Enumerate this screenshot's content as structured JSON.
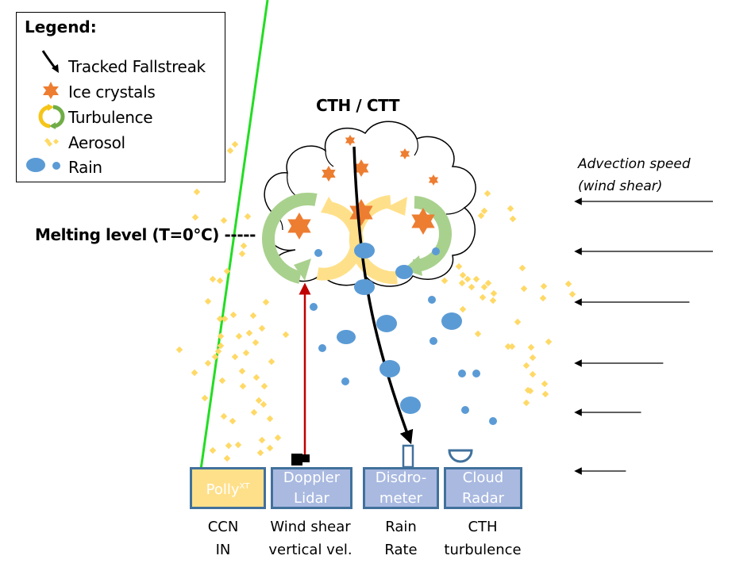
{
  "legend": {
    "title": "Legend:",
    "items": [
      {
        "label": "Tracked Fallstreak",
        "icon": "fallstreak-arrow-icon"
      },
      {
        "label": "Ice crystals",
        "icon": "ice-crystal-icon"
      },
      {
        "label": "Turbulence",
        "icon": "turbulence-icon"
      },
      {
        "label": "Aerosol",
        "icon": "aerosol-icon"
      },
      {
        "label": "Rain",
        "icon": "rain-icon"
      }
    ]
  },
  "labels": {
    "cloud_top": "CTH / CTT",
    "melting_level": "Melting level (T=0°C) -----",
    "advection_line1": "Advection speed",
    "advection_line2": "(wind shear)"
  },
  "instruments": [
    {
      "name": "Polly",
      "superscript": "XT",
      "line1": "Polly",
      "line2": "",
      "measures": [
        "CCN",
        "IN"
      ]
    },
    {
      "name": "Doppler Lidar",
      "line1": "Doppler",
      "line2": "Lidar",
      "measures": [
        "Wind shear",
        "vertical vel."
      ]
    },
    {
      "name": "Disdrometer",
      "line1": "Disdro-",
      "line2": "meter",
      "measures": [
        "Rain",
        "Rate"
      ]
    },
    {
      "name": "Cloud Radar",
      "line1": "Cloud",
      "line2": "Radar",
      "measures": [
        "CTH",
        "turbulence"
      ]
    }
  ],
  "colors": {
    "ice": "#ed7d31",
    "rain": "#5b9bd5",
    "aerosol": "#ffd966",
    "turbulence_yellow": "#ffe08a",
    "turbulence_green": "#a9d18e",
    "lidar_beam": "#c00000",
    "polly_beam": "#22dd22",
    "instrument_border": "#41719c"
  },
  "wind_arrows": [
    {
      "relative_speed": 1.0
    },
    {
      "relative_speed": 1.0
    },
    {
      "relative_speed": 0.83
    },
    {
      "relative_speed": 0.64
    },
    {
      "relative_speed": 0.48
    },
    {
      "relative_speed": 0.37
    }
  ]
}
